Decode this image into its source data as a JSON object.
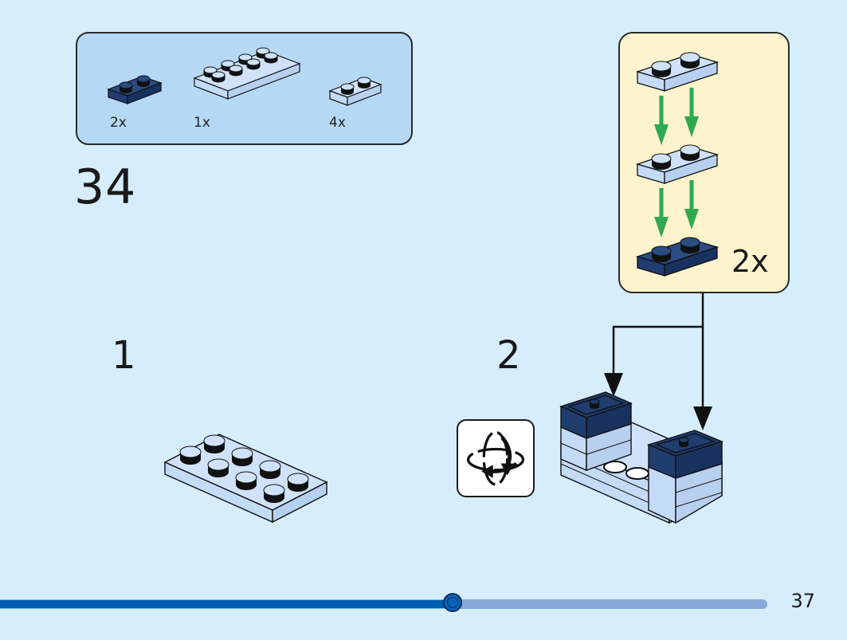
{
  "colors": {
    "background": "#d6edfb",
    "parts_box": "#b5d8f5",
    "callout_box": "#fdf3cc",
    "light_blue_brick": "#c3dbf7",
    "dark_blue_brick": "#1f3d6e",
    "arrow_green": "#2fa84f",
    "progress_done": "#005eaf",
    "progress_remaining": "#86a8d8"
  },
  "parts_list": {
    "items": [
      {
        "part": "plate-1x2",
        "color": "dark-blue",
        "quantity": "2x"
      },
      {
        "part": "plate-2x4",
        "color": "light-blue",
        "quantity": "1x"
      },
      {
        "part": "plate-1x2",
        "color": "light-blue",
        "quantity": "4x"
      }
    ]
  },
  "main_step": {
    "number": "34"
  },
  "substeps": [
    {
      "number": "1",
      "description": "plate-2x4 light-blue"
    },
    {
      "number": "2",
      "icon": "rotate-model-icon"
    }
  ],
  "callout": {
    "quantity": "2x",
    "stack": [
      "plate-1x2 light-blue",
      "plate-1x2 light-blue",
      "plate-1x2 dark-blue"
    ]
  },
  "progress": {
    "percent": 59
  },
  "page_number": "37"
}
